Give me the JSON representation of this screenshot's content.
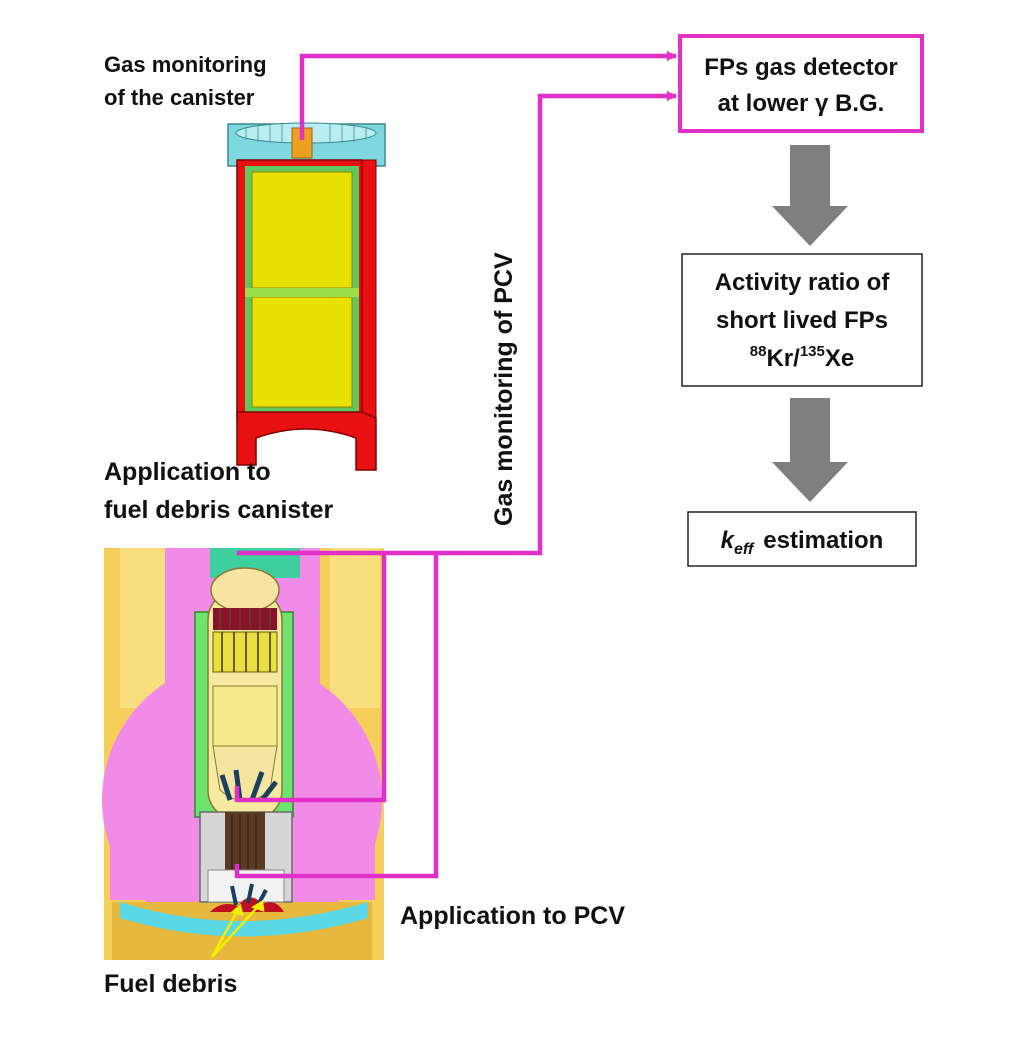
{
  "labels": {
    "gas_canister_line1": "Gas monitoring",
    "gas_canister_line2": "of the canister",
    "app_canister_line1": "Application to",
    "app_canister_line2": "fuel debris canister",
    "gas_pcv": "Gas monitoring of PCV",
    "app_pcv": "Application to PCV",
    "fuel_debris": "Fuel debris"
  },
  "boxes": {
    "detector_line1": "FPs gas detector",
    "detector_line2": "at lower γ B.G.",
    "ratio_line1": "Activity ratio of",
    "ratio_line2": "short lived FPs",
    "ratio_line3_sup1": "88",
    "ratio_line3_a": "Kr/",
    "ratio_line3_sup2": "135",
    "ratio_line3_b": "Xe",
    "keff_k": "k",
    "keff_sub": "eff",
    "keff_rest": "estimation"
  },
  "colors": {
    "flow_line": "#e030c8",
    "arrow_gray": "#7f7f7f",
    "canister_body": "#e8e000",
    "canister_frame": "#e81010",
    "canister_lid": "#7fd8e0",
    "pcv_pink": "#f28ae8",
    "pcv_yellow": "#f5cf5a",
    "rpv_green": "#6ee26e",
    "debris_red": "#c01020"
  }
}
